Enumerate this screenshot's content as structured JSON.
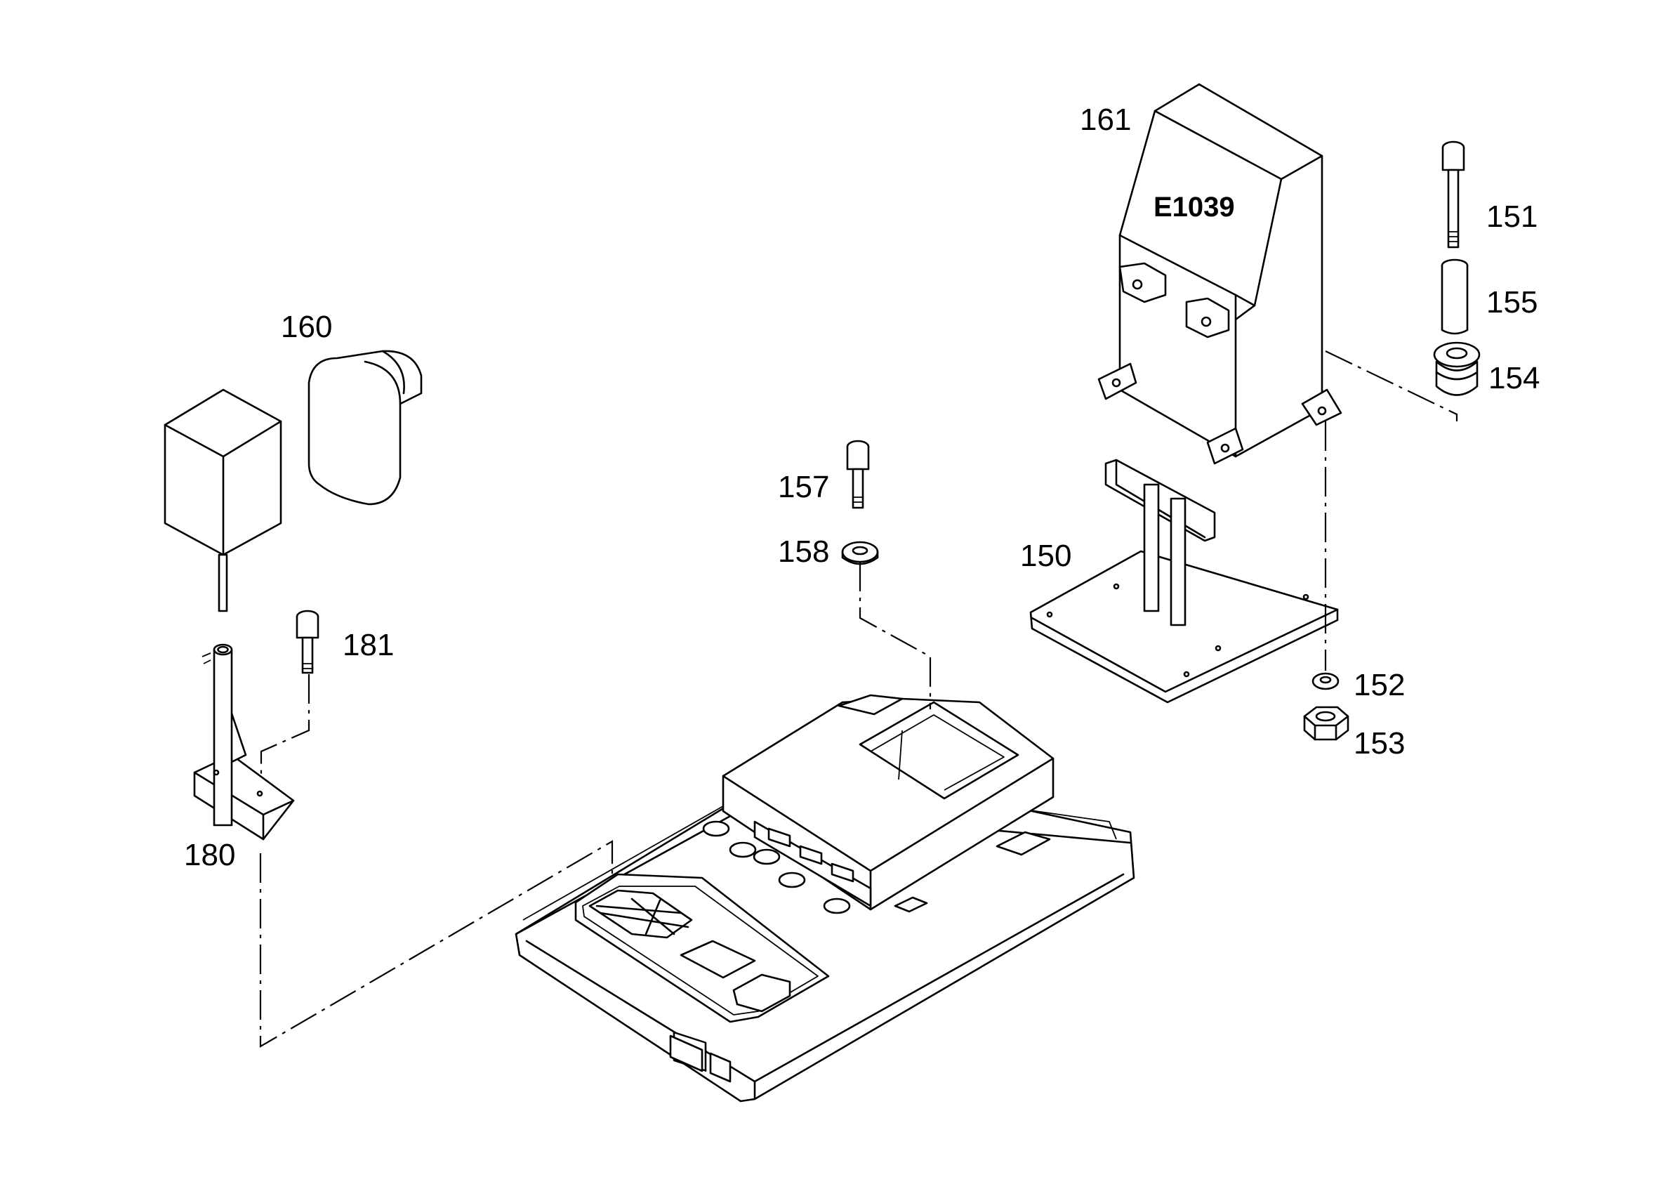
{
  "diagram": {
    "labels": {
      "l150": "150",
      "l151": "151",
      "l152": "152",
      "l153": "153",
      "l154": "154",
      "l155": "155",
      "l157": "157",
      "l158": "158",
      "l160": "160",
      "l161": "161",
      "l180": "180",
      "l181": "181"
    },
    "cover_marking": "E1039"
  }
}
